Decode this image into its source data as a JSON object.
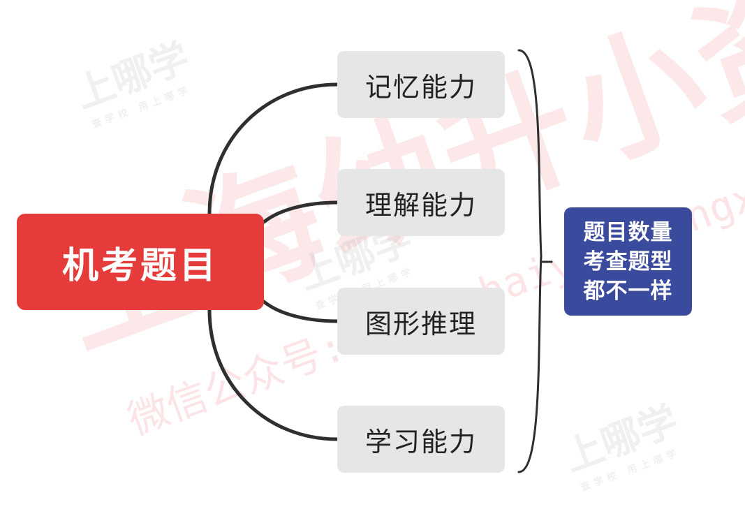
{
  "colors": {
    "root": "#e63b3b",
    "node": "#e6e6e6",
    "note": "#3a4a9c",
    "connector": "#2f2f2f",
    "watermark_red": "#ec5a64"
  },
  "root": {
    "label": "机考题目"
  },
  "branches": [
    {
      "label": "记忆能力"
    },
    {
      "label": "理解能力"
    },
    {
      "label": "图形推理"
    },
    {
      "label": "学习能力"
    }
  ],
  "summary": {
    "lines": [
      "题目数量",
      "考查题型",
      "都不一样"
    ]
  },
  "watermarks": {
    "big_text": "上海幼升小资讯",
    "account_text": "微信公众号: shanghaiyoushengxiao",
    "logo_main": "上哪学",
    "logo_sub": "查学校 用上哪学"
  }
}
